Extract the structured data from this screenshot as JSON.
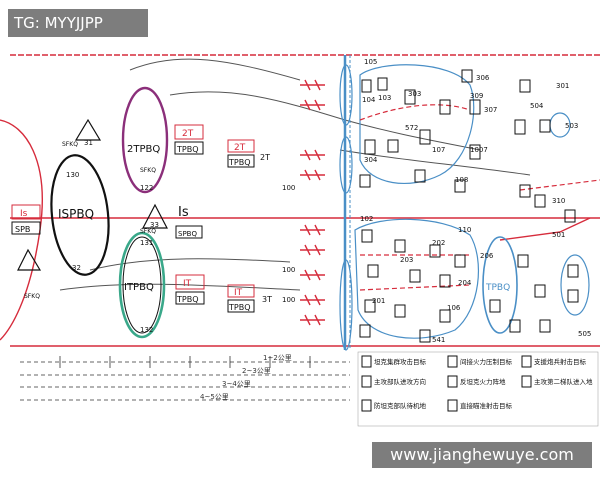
{
  "overlay": {
    "watermark": "TG: MYYJJPP",
    "site": "www.jianghewuye.com"
  },
  "formations": {
    "one_spbq": "ISPBQ",
    "two_tpbq": "2TPBQ",
    "one_tpbq": "ITPBQ",
    "tpbq_right": "TPBQ"
  },
  "labels": {
    "is_main": "Is",
    "is_box": "Is",
    "spb_box": "SPB",
    "tpbq_a": "TPBQ",
    "tpbq_b": "TPBQ",
    "tpbq_c": "TPBQ",
    "tpbq_d": "TPBQ",
    "tpbq_e": "TPBQ",
    "spbq_box": "SPBQ",
    "two_t_a": "2T",
    "two_t_b": "2T",
    "one_t_a": "IT",
    "one_t_b": "IT",
    "three_t": "3T",
    "two_t_mid": "2T",
    "three_t_mid": "3T",
    "sfkq_a": "SFKQ",
    "sfkq_b": "SFKQ",
    "sfkq_c": "SFKQ",
    "sfkq_d": "SFKQ"
  },
  "numbers": {
    "n100a": "100",
    "n100b": "100",
    "n100c": "100",
    "n105": "105",
    "n104": "104",
    "n103": "103",
    "n303": "303",
    "n306": "306",
    "n301": "301",
    "n309": "309",
    "n504": "504",
    "n307": "307",
    "n503": "503",
    "n572": "572",
    "n107": "107",
    "n1007": "1007",
    "n304": "304",
    "n108": "108",
    "n310": "310",
    "n501": "501",
    "n201": "201",
    "n202": "202",
    "n203": "203",
    "n204": "204",
    "n206": "206",
    "n106": "106",
    "n541": "541",
    "n505": "505",
    "n31": "31",
    "n32": "32",
    "n122": "122",
    "n132": "132",
    "n131": "131",
    "n110": "110",
    "n130": "130",
    "n33": "33",
    "n102": "102"
  },
  "distances": {
    "d1": "1~2公里",
    "d2": "2~3公里",
    "d3": "3~4公里",
    "d4": "4~5公里"
  },
  "legend": {
    "item1": "坦克集群攻击目标",
    "item2": "主攻部队进攻方向",
    "item3": "防坦克部队待机地",
    "item4": "间接火力压制目标",
    "item5": "反坦克火力阵地",
    "item6": "直接瞄准射击目标",
    "item7": "支援炮兵射击目标",
    "item8": "主攻第二梯队进入地"
  },
  "colors": {
    "red": "#d62c3c",
    "blue": "#4a8fc6",
    "purple": "#8b2f7a",
    "green": "#3aa88a",
    "black": "#1a1a1a"
  }
}
